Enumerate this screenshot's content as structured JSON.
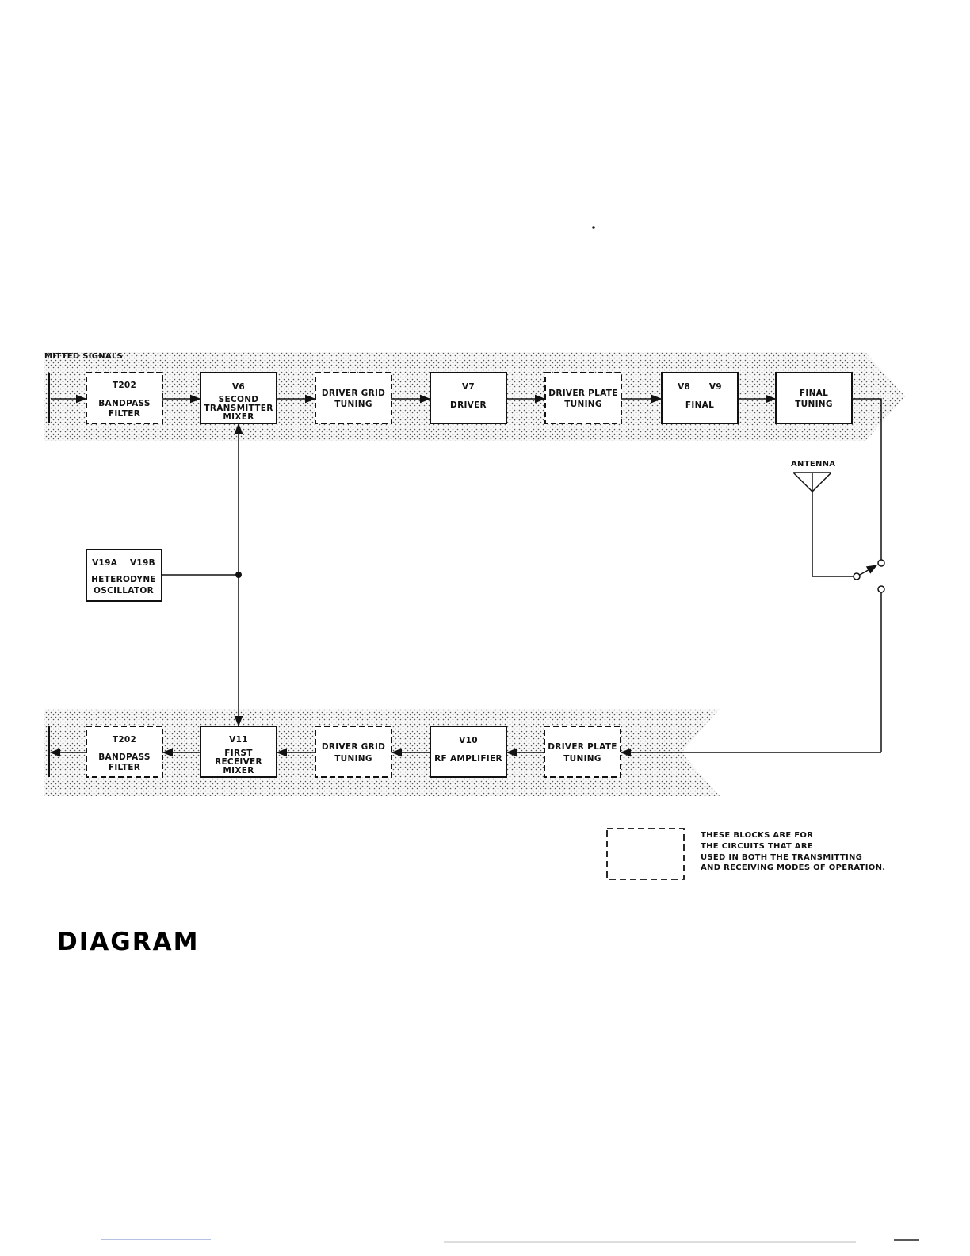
{
  "diagram": {
    "band_label": "MITTED SIGNALS",
    "top_blocks": [
      {
        "id": "tx-t202",
        "style": "dashed",
        "lines": [
          "T202",
          "BANDPASS",
          "FILTER"
        ]
      },
      {
        "id": "tx-v6",
        "style": "solid",
        "lines": [
          "V6",
          "SECOND",
          "TRANSMITTER",
          "MIXER"
        ]
      },
      {
        "id": "tx-driver-grid",
        "style": "dashed",
        "lines": [
          "DRIVER GRID",
          "TUNING"
        ]
      },
      {
        "id": "tx-v7",
        "style": "solid",
        "lines": [
          "V7",
          "DRIVER"
        ]
      },
      {
        "id": "tx-driver-plate",
        "style": "dashed",
        "lines": [
          "DRIVER PLATE",
          "TUNING"
        ]
      },
      {
        "id": "tx-v8-v9",
        "style": "solid",
        "lines": [
          "V8      V9",
          "FINAL"
        ]
      },
      {
        "id": "tx-final-tuning",
        "style": "solid",
        "lines": [
          "FINAL",
          "TUNING"
        ]
      }
    ],
    "bottom_blocks": [
      {
        "id": "rx-t202",
        "style": "dashed",
        "lines": [
          "T202",
          "BANDPASS",
          "FILTER"
        ]
      },
      {
        "id": "rx-v11",
        "style": "solid",
        "lines": [
          "V11",
          "FIRST",
          "RECEIVER",
          "MIXER"
        ]
      },
      {
        "id": "rx-driver-grid",
        "style": "dashed",
        "lines": [
          "DRIVER GRID",
          "TUNING"
        ]
      },
      {
        "id": "rx-v10",
        "style": "solid",
        "lines": [
          "V10",
          "RF AMPLIFIER"
        ]
      },
      {
        "id": "rx-driver-plate",
        "style": "dashed",
        "lines": [
          "DRIVER PLATE",
          "TUNING"
        ]
      }
    ],
    "oscillator": {
      "lines": [
        "V19A    V19B",
        "HETERODYNE",
        "OSCILLATOR"
      ]
    },
    "antenna_label": "ANTENNA",
    "legend_lines": [
      "THESE BLOCKS ARE FOR",
      "THE CIRCUITS THAT ARE",
      "USED IN BOTH THE TRANSMITTING",
      "AND  RECEIVING MODES OF OPERATION."
    ]
  },
  "page_title": "DIAGRAM"
}
